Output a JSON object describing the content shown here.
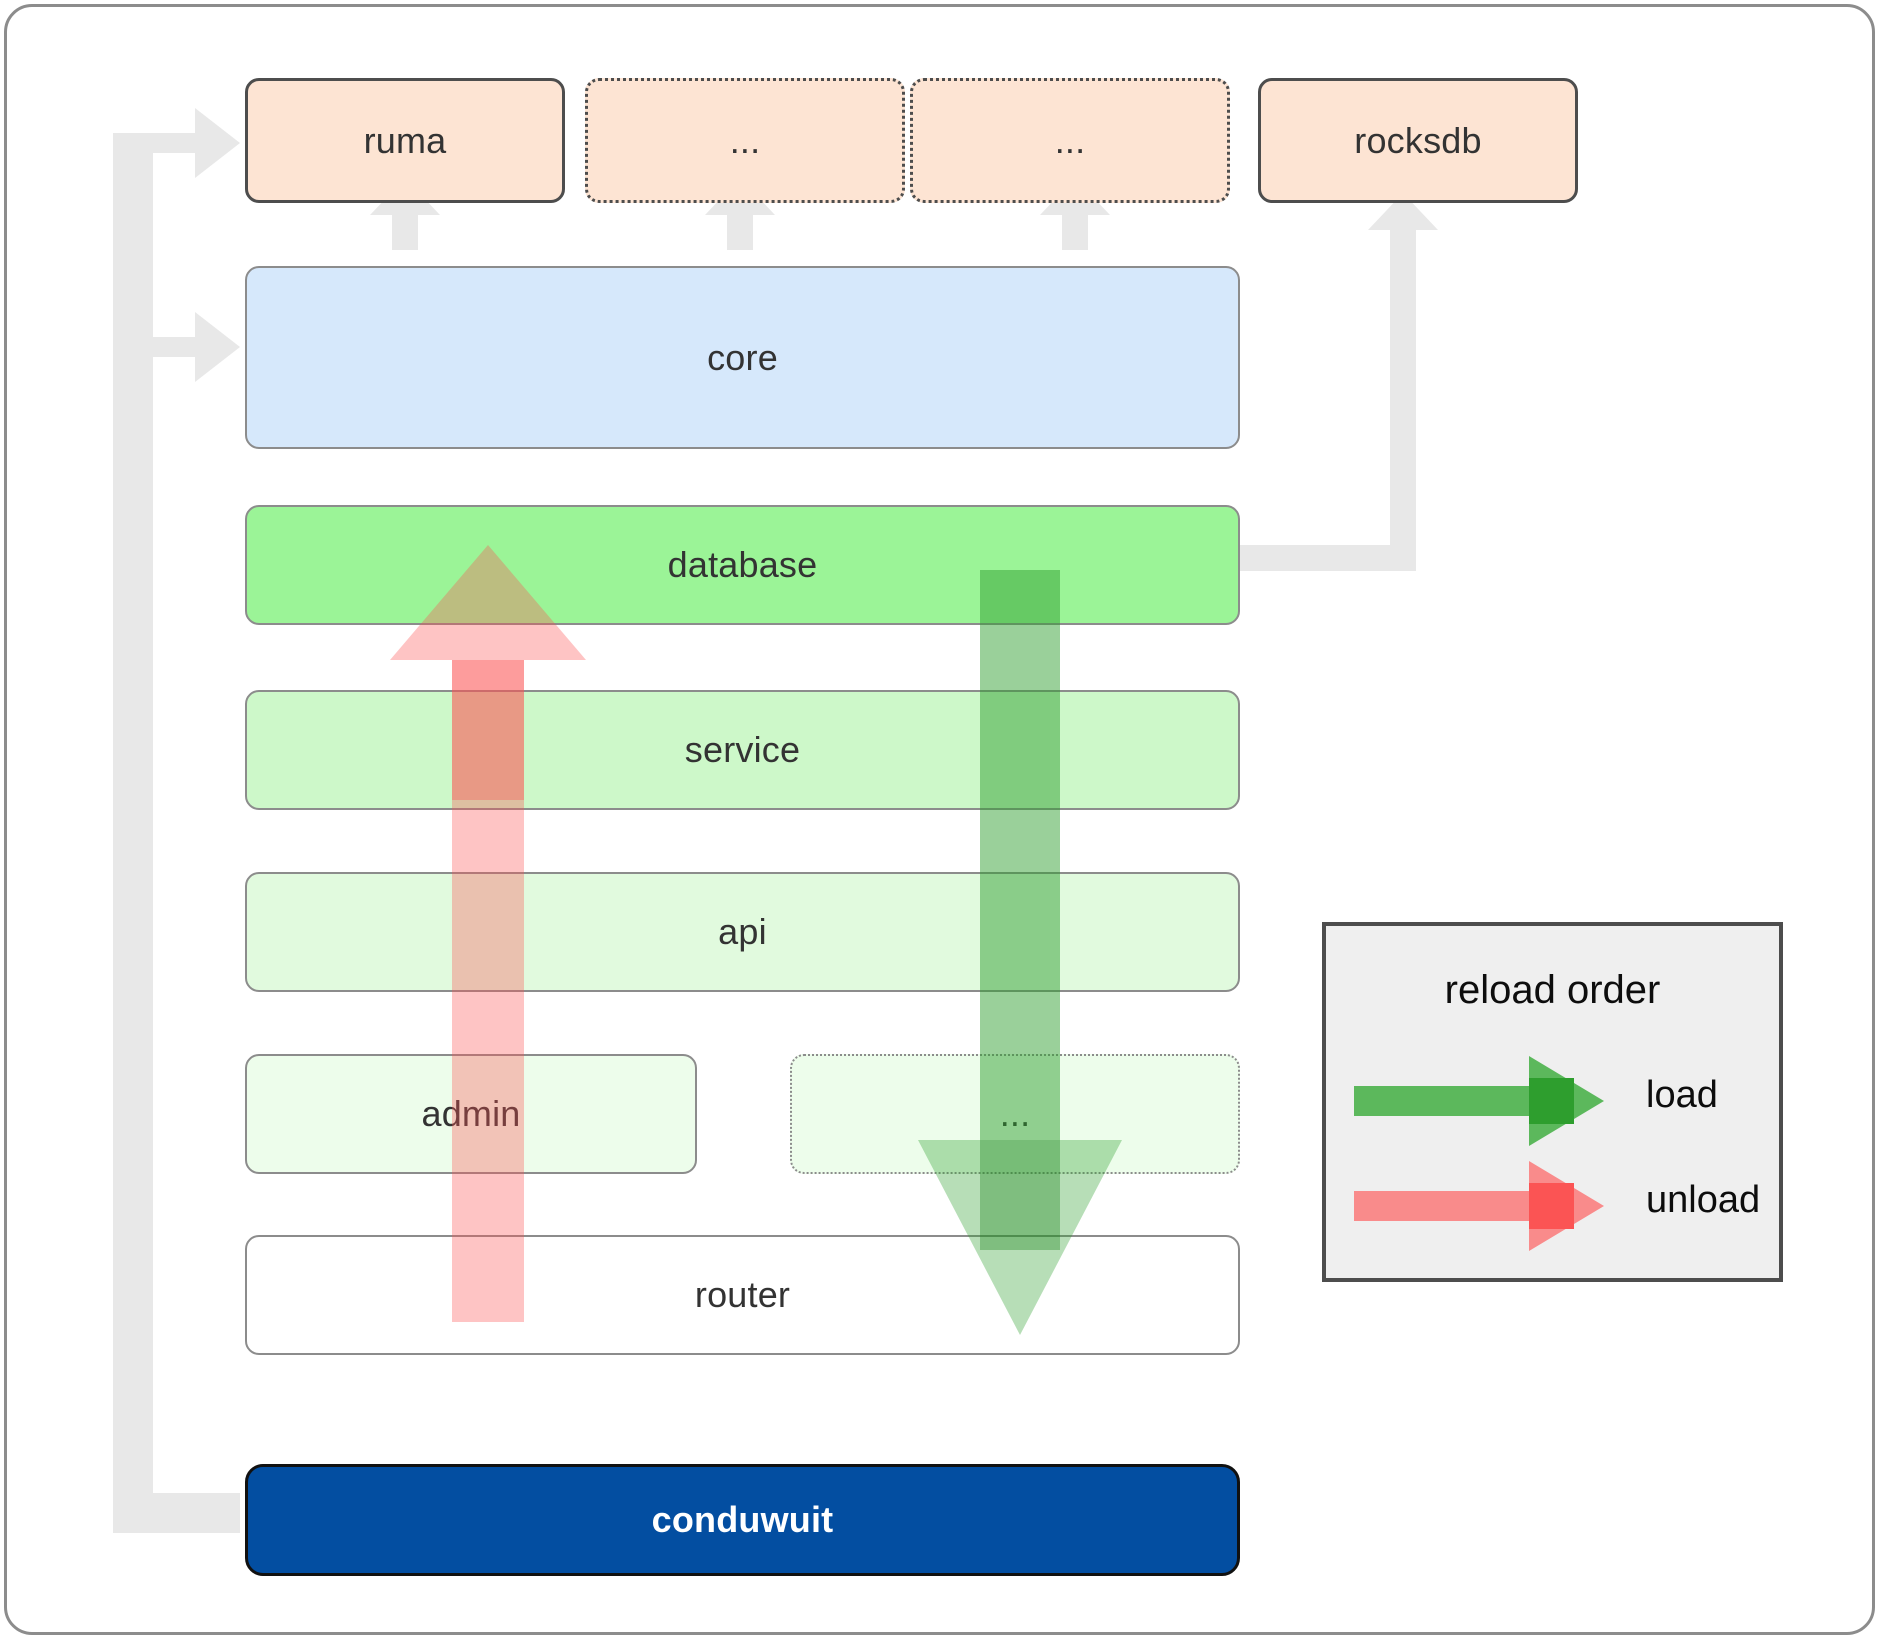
{
  "diagram": {
    "title": "conduwuit crate architecture / reload order",
    "type": "layered-architecture",
    "outer_frame_color": "#8c8c8c",
    "background": "#ffffff"
  },
  "dependencies_row": {
    "items": [
      {
        "id": "ruma",
        "label": "ruma",
        "style": "solid",
        "fill": "#fde4d3",
        "border": "#4d4d4d"
      },
      {
        "id": "deps-ellipsis-1",
        "label": "...",
        "style": "dotted",
        "fill": "#fde4d3",
        "border": "#4d4d4d"
      },
      {
        "id": "deps-ellipsis-2",
        "label": "...",
        "style": "dotted",
        "fill": "#fde4d3",
        "border": "#4d4d4d"
      },
      {
        "id": "rocksdb",
        "label": "rocksdb",
        "style": "solid",
        "fill": "#fde4d3",
        "border": "#4d4d4d"
      }
    ]
  },
  "layers": [
    {
      "id": "core",
      "label": "core",
      "fill": "#d6e8fb",
      "style": "solid"
    },
    {
      "id": "database",
      "label": "database",
      "fill": "#9bf497",
      "style": "solid"
    },
    {
      "id": "service",
      "label": "service",
      "fill": "#cdf8c9",
      "style": "solid"
    },
    {
      "id": "api",
      "label": "api",
      "fill": "#e1fade",
      "style": "solid"
    }
  ],
  "split_row": [
    {
      "id": "admin",
      "label": "admin",
      "fill": "#edfdeb",
      "style": "solid"
    },
    {
      "id": "split-ellipsis",
      "label": "...",
      "fill": "#edfdeb",
      "style": "dotted"
    }
  ],
  "router": {
    "id": "router",
    "label": "router",
    "fill": "#ffffff",
    "style": "solid"
  },
  "binary": {
    "id": "conduwuit",
    "label": "conduwuit",
    "fill": "#034ea1",
    "text_color": "#ffffff"
  },
  "legend": {
    "title": "reload order",
    "box_fill": "#efefef",
    "box_border": "#4d4d4d",
    "entries": [
      {
        "id": "load",
        "label": "load",
        "color": "#5cb85c",
        "head_color": "#2e9e2e"
      },
      {
        "id": "unload",
        "label": "unload",
        "color": "#f98b8b",
        "head_color": "#fb5454"
      }
    ]
  },
  "flow_arrows": {
    "unload": {
      "label": "unload",
      "direction": "up",
      "color": "#f98b8b",
      "from": "router",
      "to": "database"
    },
    "load": {
      "label": "load",
      "direction": "down",
      "color": "#5cb85c",
      "from": "database",
      "to": "router"
    }
  },
  "dependency_arrows": {
    "color": "#e8e8e8",
    "edges": [
      {
        "from": "core",
        "to": "ruma"
      },
      {
        "from": "core",
        "to": "deps-ellipsis-1"
      },
      {
        "from": "core",
        "to": "deps-ellipsis-2"
      },
      {
        "from": "database",
        "to": "rocksdb"
      },
      {
        "from": "conduwuit",
        "to": "ruma"
      },
      {
        "from": "conduwuit",
        "to": "core"
      }
    ]
  }
}
